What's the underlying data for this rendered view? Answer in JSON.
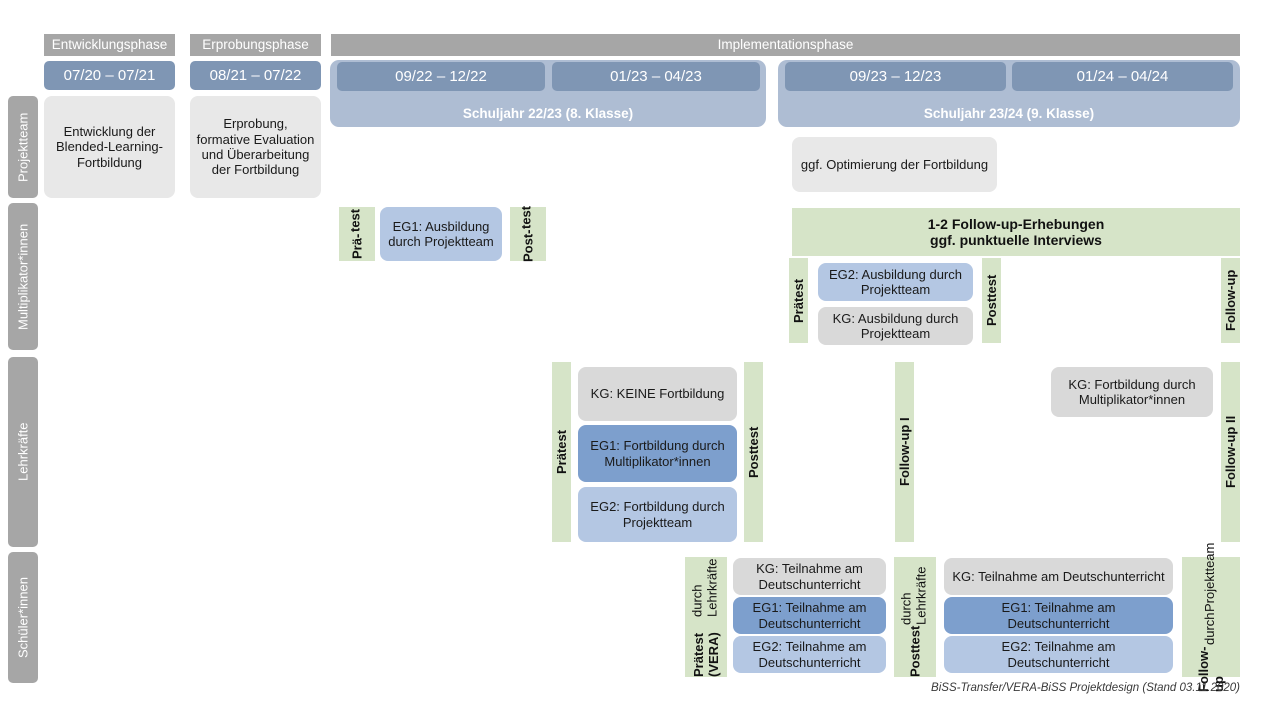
{
  "diagram": {
    "title": "BiSS-Transfer/VERA-BiSS Projektdesign",
    "footer": "BiSS-Transfer/VERA-BiSS Projektdesign (Stand 03.11.2020)"
  },
  "colors": {
    "phase_bar": "#a6a6a6",
    "date_pill": "#7f96b4",
    "schoolyear": "#aebdd3",
    "row_label": "#a6a6a6",
    "grey_box": "#e8e8e8",
    "grey_box_alt": "#d9d9d9",
    "blue_dark": "#7d9fcd",
    "blue_mid": "#a8bfe0",
    "blue_light": "#b4c7e3",
    "green_strip": "#d6e4c8"
  },
  "phases": [
    {
      "label": "Entwicklungsphase"
    },
    {
      "label": "Erprobungsphase"
    },
    {
      "label": "Implementationsphase"
    }
  ],
  "periods": [
    {
      "label": "07/20 – 07/21"
    },
    {
      "label": "08/21 – 07/22"
    },
    {
      "label": "09/22 – 12/22"
    },
    {
      "label": "01/23 – 04/23"
    },
    {
      "label": "09/23 – 12/23"
    },
    {
      "label": "01/24 – 04/24"
    }
  ],
  "school_years": [
    {
      "label": "Schuljahr 22/23 (8. Klasse)"
    },
    {
      "label": "Schuljahr 23/24 (9. Klasse)"
    }
  ],
  "rows": [
    {
      "label": "Projektteam"
    },
    {
      "label": "Multiplikator*innen"
    },
    {
      "label": "Lehrkräfte"
    },
    {
      "label": "Schüler*innen"
    }
  ],
  "projektteam": {
    "entwicklung": "Entwicklung der Blended-Learning-Fortbildung",
    "erprobung": "Erprobung, formative Evaluation und Überarbeitung der Fortbildung",
    "optimierung": "ggf. Optimierung der Fortbildung"
  },
  "multiplikatoren": {
    "praetest_l1": "Prä-",
    "praetest_l2": "test",
    "eg1": "EG1: Ausbildung durch Projektteam",
    "posttest_l1": "Post-",
    "posttest_l2": "test",
    "followup_banner_l1": "1-2 Follow-up-Erhebungen",
    "followup_banner_l2": "ggf. punktuelle Interviews",
    "praetest2": "Prätest",
    "eg2": "EG2: Ausbildung durch Projektteam",
    "kg": "KG: Ausbildung durch Projektteam",
    "posttest2": "Posttest",
    "followup": "Follow-up"
  },
  "lehrkraefte": {
    "praetest": "Prätest",
    "kg": "KG:  KEINE Fortbildung",
    "eg1": "EG1: Fortbildung durch Multiplikator*innen",
    "eg2": "EG2: Fortbildung durch Projektteam",
    "posttest": "Posttest",
    "followup1": "Follow-up I",
    "kg_fortbildung": "KG: Fortbildung durch Multiplikator*innen",
    "followup2": "Follow-up II"
  },
  "schueler": {
    "praetest_main": "Prätest (VERA)",
    "praetest_sub": "durch Lehrkräfte",
    "kg1": "KG: Teilnahme am Deutschunterricht",
    "eg1_1": "EG1: Teilnahme am Deutschunterricht",
    "eg2_1": "EG2: Teilnahme am Deutschunterricht",
    "posttest_main": "Posttest",
    "posttest_sub": "durch Lehrkräfte",
    "kg2": "KG: Teilnahme am Deutschunterricht",
    "eg1_2": "EG1: Teilnahme am Deutschunterricht",
    "eg2_2": "EG2: Teilnahme am Deutschunterricht",
    "followup_main": "Follow-up",
    "followup_sub1": "durch",
    "followup_sub2": "Projektteam"
  }
}
